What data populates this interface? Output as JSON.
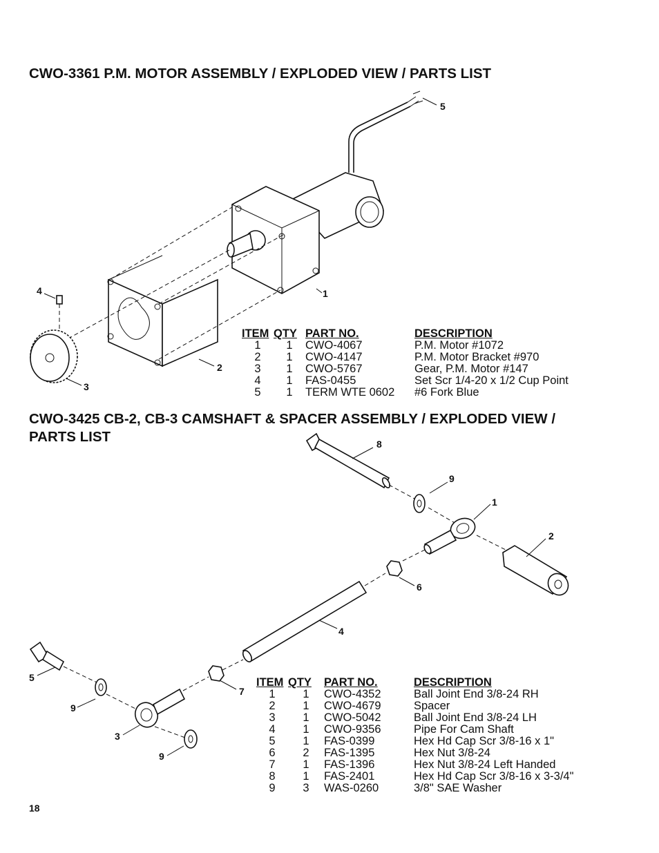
{
  "section1": {
    "title": "CWO-3361 P.M. MOTOR ASSEMBLY  / EXPLODED VIEW / PARTS LIST",
    "callouts": [
      "1",
      "2",
      "3",
      "4",
      "5"
    ],
    "headers": [
      "ITEM",
      "QTY",
      "PART NO.",
      "DESCRIPTION"
    ],
    "rows": [
      [
        "1",
        "1",
        "CWO-4067",
        "P.M. Motor #1072"
      ],
      [
        "2",
        "1",
        "CWO-4147",
        "P.M. Motor Bracket #970"
      ],
      [
        "3",
        "1",
        "CWO-5767",
        "Gear, P.M. Motor #147"
      ],
      [
        "4",
        "1",
        "FAS-0455",
        "Set Scr 1/4-20 x 1/2 Cup Point"
      ],
      [
        "5",
        "1",
        "TERM WTE 0602",
        "#6 Fork Blue"
      ]
    ]
  },
  "section2": {
    "title": "CWO-3425 CB-2, CB-3 CAMSHAFT & SPACER ASSEMBLY / EXPLODED VIEW / PARTS LIST",
    "callouts": [
      "1",
      "2",
      "3",
      "4",
      "5",
      "6",
      "7",
      "8",
      "9",
      "9",
      "9"
    ],
    "headers": [
      "ITEM",
      "QTY",
      "PART NO.",
      "DESCRIPTION"
    ],
    "rows": [
      [
        "1",
        "1",
        "CWO-4352",
        "Ball Joint End 3/8-24 RH"
      ],
      [
        "2",
        "1",
        "CWO-4679",
        "Spacer"
      ],
      [
        "3",
        "1",
        "CWO-5042",
        "Ball Joint End 3/8-24 LH"
      ],
      [
        "4",
        "1",
        "CWO-9356",
        "Pipe For Cam Shaft"
      ],
      [
        "5",
        "1",
        "FAS-0399",
        "Hex Hd Cap Scr 3/8-16 x 1\""
      ],
      [
        "6",
        "2",
        "FAS-1395",
        "Hex Nut 3/8-24"
      ],
      [
        "7",
        "1",
        "FAS-1396",
        "Hex Nut 3/8-24 Left Handed"
      ],
      [
        "8",
        "1",
        "FAS-2401",
        "Hex Hd Cap Scr 3/8-16 x 3-3/4\""
      ],
      [
        "9",
        "3",
        "WAS-0260",
        "3/8\" SAE Washer"
      ]
    ]
  },
  "page_number": "18"
}
